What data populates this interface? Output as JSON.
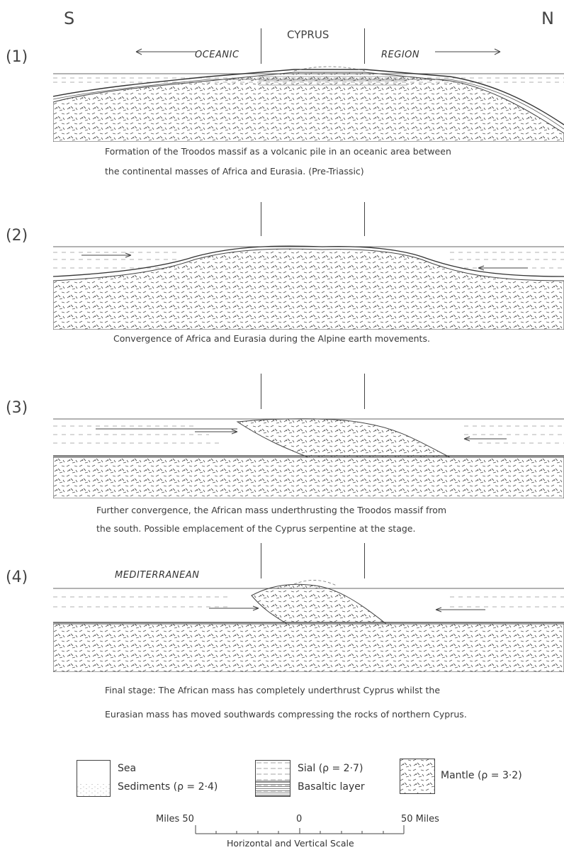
{
  "compass": {
    "south": "S",
    "north": "N"
  },
  "header": {
    "cyprus": "CYPRUS",
    "oceanic": "OCEANIC",
    "region": "REGION"
  },
  "stages": [
    {
      "number": "(1)",
      "caption_line1": "Formation of the Troodos massif as a volcanic pile in an oceanic area between",
      "caption_line2": "the continental masses of Africa and Eurasia. (Pre-Triassic)"
    },
    {
      "number": "(2)",
      "caption_line1": "Convergence of Africa and Eurasia during the Alpine earth movements."
    },
    {
      "number": "(3)",
      "caption_line1": "Further convergence, the African mass underthrusting the Troodos massif from",
      "caption_line2": "the south. Possible emplacement of the Cyprus serpentine at the stage."
    },
    {
      "number": "(4)",
      "label": "MEDITERRANEAN",
      "caption_line1": "Final stage: The African mass has completely underthrust Cyprus whilst the",
      "caption_line2": "Eurasian mass has moved southwards compressing the rocks of northern Cyprus."
    }
  ],
  "legend": {
    "sea": "Sea",
    "sediments": "Sediments (ρ = 2·4)",
    "sial": "Sial (ρ = 2·7)",
    "basaltic": "Basaltic layer",
    "mantle": "Mantle (ρ = 3·2)"
  },
  "scale": {
    "left": "Miles 50",
    "zero": "0",
    "right": "50 Miles",
    "caption": "Horizontal and Vertical Scale"
  }
}
